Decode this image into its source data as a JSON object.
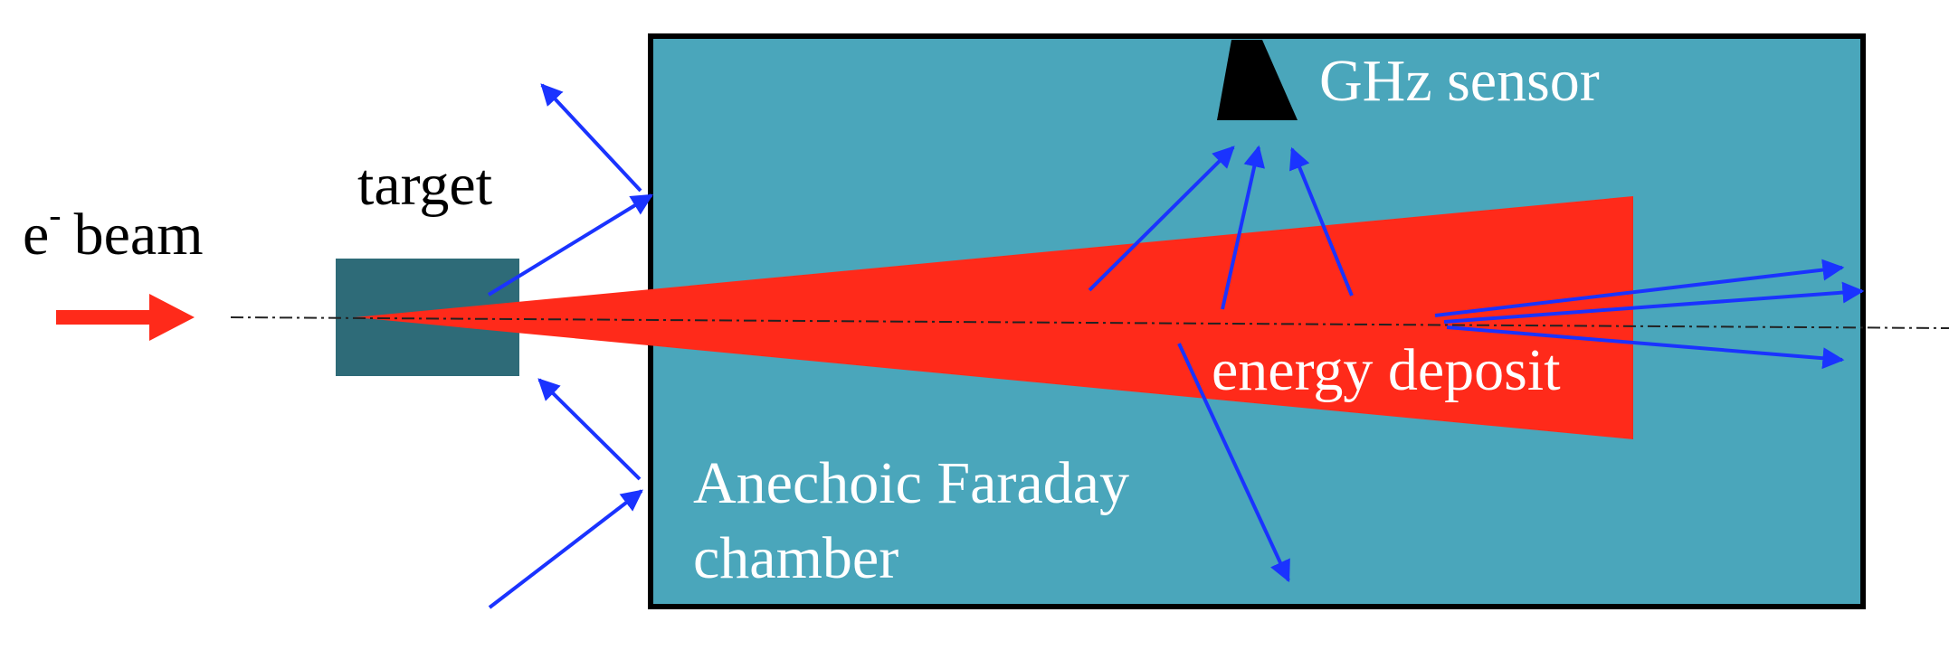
{
  "labels": {
    "beam_symbol": "e",
    "beam_superscript": "-",
    "beam_word": "beam",
    "target": "target",
    "sensor": "GHz sensor",
    "energy_deposit": "energy deposit",
    "chamber_line1": "Anechoic Faraday",
    "chamber_line2": "chamber"
  },
  "icons": {
    "beam_arrow": "beam-arrow-icon",
    "sensor": "horn-sensor-icon",
    "radiation_arrows": "arrow-icon"
  },
  "colors": {
    "background": "#ffffff",
    "chamber_fill": "#4aa6bb",
    "chamber_border": "#000000",
    "target_fill": "#2e6b78",
    "shower_fill": "#ff2a1a",
    "beam_arrow": "#ff2a1a",
    "radiation_arrows": "#1a33ff",
    "sensor_fill": "#000000",
    "text_dark": "#000000",
    "text_light": "#ffffff"
  }
}
